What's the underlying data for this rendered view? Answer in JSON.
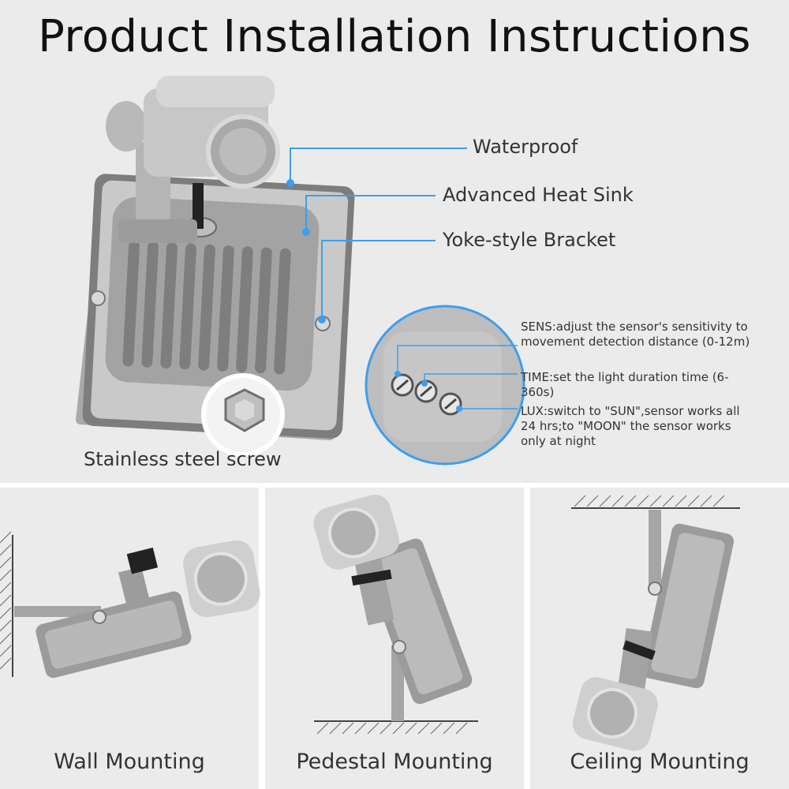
{
  "title": "Product Installation Instructions",
  "callouts": {
    "waterproof": "Waterproof",
    "heat_sink": "Advanced Heat Sink",
    "bracket": "Yoke-style Bracket"
  },
  "screw_label": "Stainless steel screw",
  "sensor_settings": {
    "sens": "SENS:adjust the sensor's sensitivity to movement detection distance (0-12m)",
    "time": "TIME:set the light duration time (6-360s)",
    "lux": "LUX:switch to \"SUN\",sensor works all 24 hrs;to \"MOON\" the sensor works only at night"
  },
  "mountings": [
    {
      "label": "Wall Mounting"
    },
    {
      "label": "Pedestal Mounting"
    },
    {
      "label": "Ceiling Mounting"
    }
  ],
  "colors": {
    "panel_bg": "#ebebeb",
    "leader_line": "#3b9ff0",
    "device_gray": "#9a9a9a"
  }
}
